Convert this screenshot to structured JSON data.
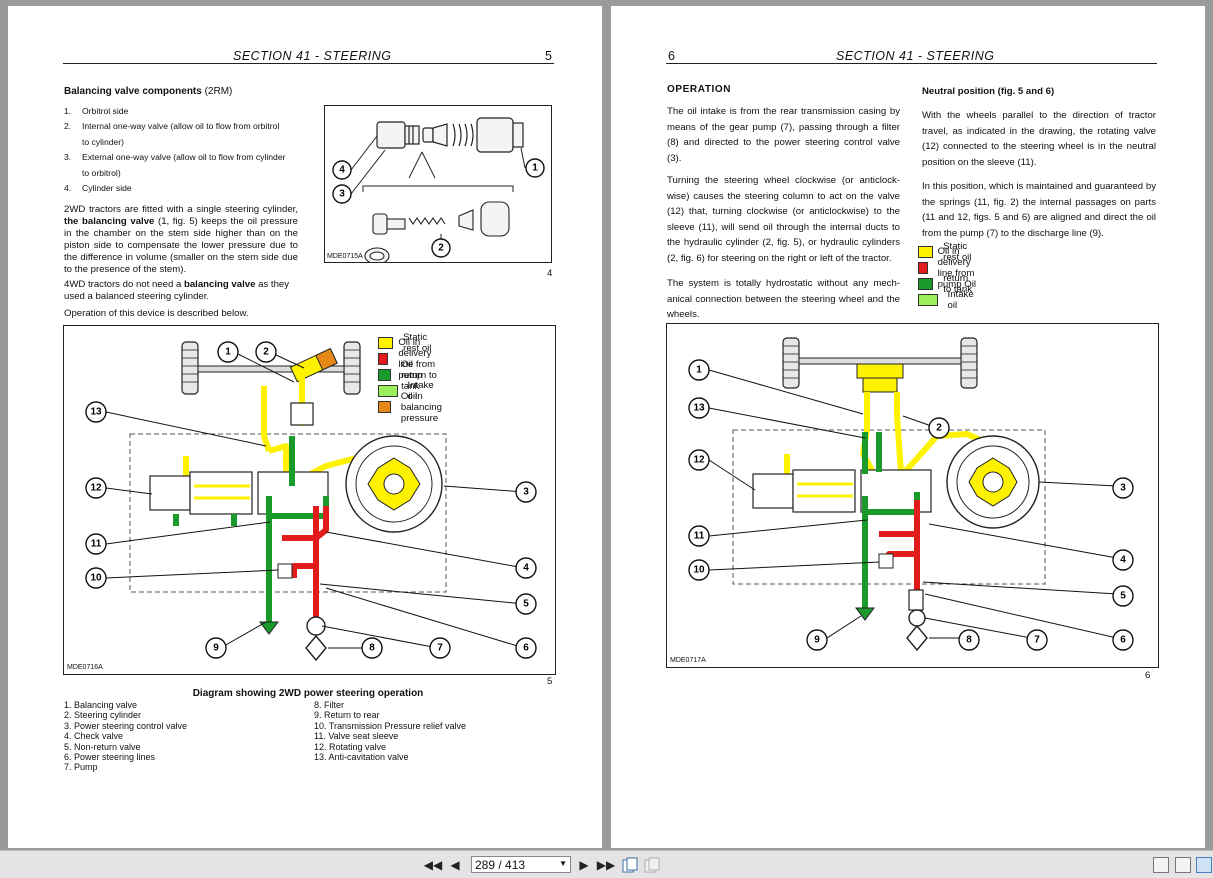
{
  "left_page": {
    "section": "SECTION  41  -  STEERING",
    "page_no": "5",
    "heading_bold": "Balancing valve components",
    "heading_rest": " (2RM)",
    "components": [
      {
        "n": "1.",
        "text": "Orbitrol side"
      },
      {
        "n": "2.",
        "text": "Internal one-way valve (allow oil to flow from orbitrol"
      },
      {
        "n": "",
        "text": "to cylinder)"
      },
      {
        "n": "3.",
        "text": "External one-way valve (allow oil to flow from cylinder"
      },
      {
        "n": "",
        "text": "to orbitrol)"
      },
      {
        "n": "4.",
        "text": "Cylinder side"
      }
    ],
    "para1_a": "2WD tractors are fitted with a single steering cylinder,",
    "para1_b": "the balancing valve",
    "para1_c": " (1, fig. 5) keeps the oil pressure in the chamber on the stem side higher than on the piston side to compensate the lower pressure due to the difference in volume (smaller on the stem side due to the presence of the stem).",
    "para2_a": "4WD tractors do not need a ",
    "para2_b": "balancing valve",
    "para2_c": " as they used a balanced steering cylinder.",
    "para3": "Operation of this device is described below.",
    "fig4_code": "MDE0715A",
    "fig4_num": "4",
    "fig4_callouts": [
      "1",
      "2",
      "3",
      "4"
    ],
    "fig5_code": "MDE0716A",
    "fig5_num": "5",
    "fig5_legend": [
      {
        "label": "Static rest oil",
        "color": "#fff200"
      },
      {
        "label": "Oil in delivery line from pump",
        "color": "#e21b1b"
      },
      {
        "label": "Oil return to tank",
        "color": "#1a9a2a"
      },
      {
        "label": "Intake oil",
        "color": "#9bef5a"
      },
      {
        "label": "Oil in balancing pressure",
        "color": "#e58a18"
      }
    ],
    "fig5_callouts": [
      "1",
      "2",
      "13",
      "12",
      "11",
      "10",
      "9",
      "8",
      "7",
      "6",
      "5",
      "4",
      "3"
    ],
    "caption": "Diagram showing 2WD power steering operation",
    "legend_col1": [
      "1. Balancing valve",
      "2. Steering cylinder",
      "3. Power steering control valve",
      "4. Check valve",
      "5. Non-return valve",
      "6. Power steering lines",
      "7. Pump"
    ],
    "legend_col2": [
      "8. Filter",
      "9. Return to rear",
      "10. Transmission Pressure relief valve",
      "11. Valve seat sleeve",
      "12. Rotating valve",
      "13. Anti-cavitation valve"
    ]
  },
  "right_page": {
    "section": "SECTION  41  -  STEERING",
    "page_no": "6",
    "op_heading": "OPERATION",
    "op_p1": "The oil intake is from the rear transmission casing by means of the gear pump (7), passing through a filter (8) and directed to the power steering control valve (3).",
    "op_p2": "Turning the steering wheel clockwise (or anticlock-wise) causes the steering column to act on the valve (12) that, turning clockwise (or anticlockwise) to the sleeve (11), will send oil through the internal ducts to the hydraulic cylinder (2, fig. 5), or hydraulic cylinders (2, fig. 6) for steering on the right or left of the tractor.",
    "op_p3": "The system is totally hydrostatic without any mech-anical connection between the steering wheel and the wheels.",
    "np_heading": "Neutral position (fig. 5 and 6)",
    "np_p1": "With the wheels parallel to the direction of tractor travel, as indicated in the drawing, the rotating valve (12) connected to the steering wheel is in the neutral position on the sleeve (11).",
    "np_p2": "In this position, which is maintained and guaranteed by the springs (11, fig. 2) the internal passages on parts (11 and 12, figs. 5 and 6) are aligned and direct the oil from the pump (7) to the discharge line (9).",
    "legend": [
      {
        "label": "Static rest oil",
        "color": "#fff200"
      },
      {
        "label": "Oil in delivery line from pump Oil",
        "color": "#e21b1b"
      },
      {
        "label": "return to tank",
        "color": "#1a9a2a"
      },
      {
        "label": "Intake oil",
        "color": "#9bef5a"
      }
    ],
    "fig6_code": "MDE0717A",
    "fig6_num": "6",
    "fig6_callouts": [
      "1",
      "13",
      "12",
      "11",
      "10",
      "9",
      "8",
      "7",
      "6",
      "5",
      "4",
      "3",
      "2"
    ]
  },
  "toolbar": {
    "page_indicator": "289 / 413"
  }
}
